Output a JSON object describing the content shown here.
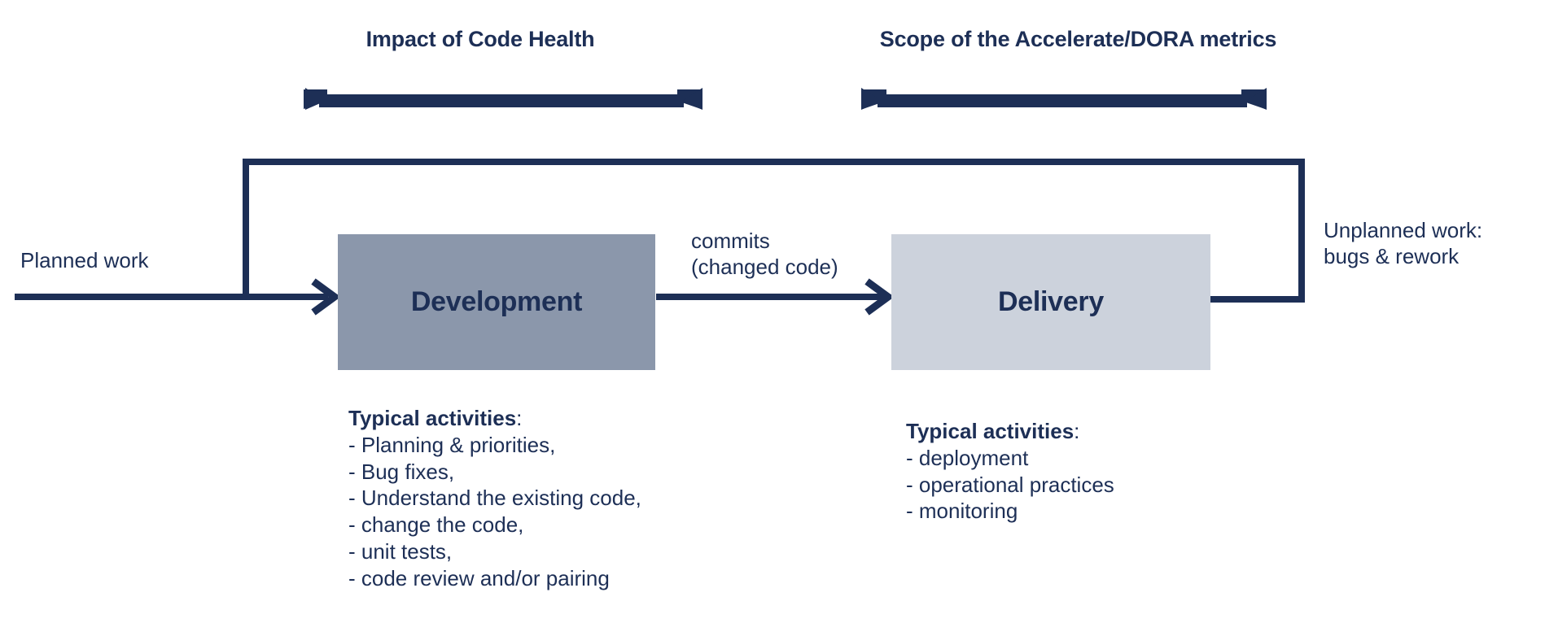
{
  "colors": {
    "navy": "#1d2f56",
    "development_box": "#8b97ab",
    "delivery_box": "#ccd2dc",
    "background": "#ffffff"
  },
  "spans": [
    {
      "id": "code-health",
      "title": "Impact of Code Health",
      "arrow": "double-headed-arrow"
    },
    {
      "id": "dora",
      "title": "Scope of the Accelerate/DORA metrics",
      "arrow": "double-headed-arrow"
    }
  ],
  "flow": {
    "planned_work_label": "Planned work",
    "commits_label": "commits\n(changed code)",
    "unplanned_work_label": "Unplanned work:\nbugs & rework"
  },
  "boxes": {
    "development": {
      "label": "Development",
      "activities_title": "Typical activities",
      "activities_title_suffix": ":",
      "activities": [
        "- Planning & priorities,",
        "- Bug fixes,",
        "- Understand the existing code,",
        "- change the code,",
        "- unit tests,",
        "- code review and/or pairing"
      ]
    },
    "delivery": {
      "label": "Delivery",
      "activities_title": "Typical activities",
      "activities_title_suffix": ":",
      "activities": [
        "- deployment",
        "- operational practices",
        "- monitoring"
      ]
    }
  }
}
